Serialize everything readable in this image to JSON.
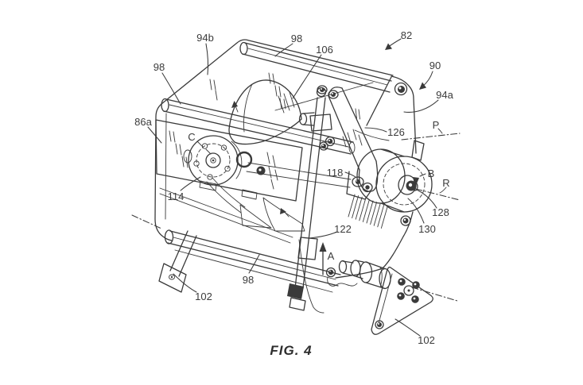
{
  "figure": {
    "caption": "FIG. 4",
    "description": "Patent-style isometric line drawing of a roller frame assembly with motor, belt arm and mounting brackets"
  },
  "colors": {
    "ink": "#3a3a3a",
    "paper": "#ffffff"
  },
  "reference_labels": [
    {
      "key": "94b",
      "text": "94b"
    },
    {
      "key": "98-top",
      "text": "98"
    },
    {
      "key": "106",
      "text": "106"
    },
    {
      "key": "82",
      "text": "82"
    },
    {
      "key": "90",
      "text": "90"
    },
    {
      "key": "94a",
      "text": "94a"
    },
    {
      "key": "P",
      "text": "P"
    },
    {
      "key": "126",
      "text": "126"
    },
    {
      "key": "98-left",
      "text": "98"
    },
    {
      "key": "86a",
      "text": "86a"
    },
    {
      "key": "C",
      "text": "C"
    },
    {
      "key": "118",
      "text": "118"
    },
    {
      "key": "B",
      "text": "B"
    },
    {
      "key": "R",
      "text": "R"
    },
    {
      "key": "128",
      "text": "128"
    },
    {
      "key": "130",
      "text": "130"
    },
    {
      "key": "114",
      "text": "114"
    },
    {
      "key": "122",
      "text": "122"
    },
    {
      "key": "A",
      "text": "A"
    },
    {
      "key": "98-bottom",
      "text": "98"
    },
    {
      "key": "102-left",
      "text": "102"
    },
    {
      "key": "102-right",
      "text": "102"
    }
  ]
}
